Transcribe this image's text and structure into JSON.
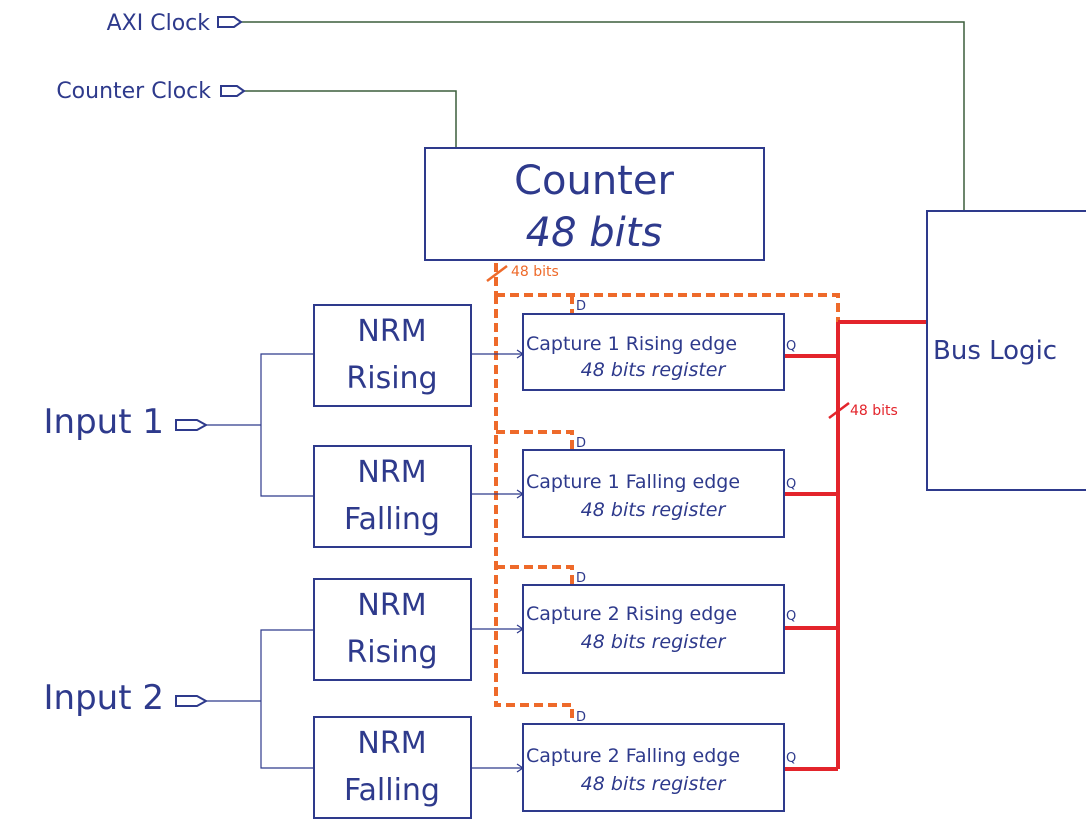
{
  "ports": {
    "axi_clock": "AXI Clock",
    "counter_clock": "Counter Clock",
    "input1": "Input 1",
    "input2": "Input 2"
  },
  "counter": {
    "title": "Counter",
    "width": "48 bits"
  },
  "bus_logic": {
    "label": "Bus Logic"
  },
  "nrm": [
    {
      "line1": "NRM",
      "line2": "Rising"
    },
    {
      "line1": "NRM",
      "line2": "Falling"
    },
    {
      "line1": "NRM",
      "line2": "Rising"
    },
    {
      "line1": "NRM",
      "line2": "Falling"
    }
  ],
  "captures": [
    {
      "title": "Capture 1 Rising edge",
      "subtitle": "48 bits register"
    },
    {
      "title": "Capture 1 Falling edge",
      "subtitle": "48 bits register"
    },
    {
      "title": "Capture 2 Rising edge",
      "subtitle": "48 bits register"
    },
    {
      "title": "Capture 2 Falling edge",
      "subtitle": "48 bits register"
    }
  ],
  "pins": {
    "d": "D",
    "q": "Q"
  },
  "bus_widths": {
    "counter_bus": "48 bits",
    "output_bus": "48 bits"
  },
  "colors": {
    "text": "#2e3a8c",
    "clock_wire": "#3b5e3b",
    "counter_bus": "#ee6a2a",
    "output_bus": "#e3242b"
  }
}
